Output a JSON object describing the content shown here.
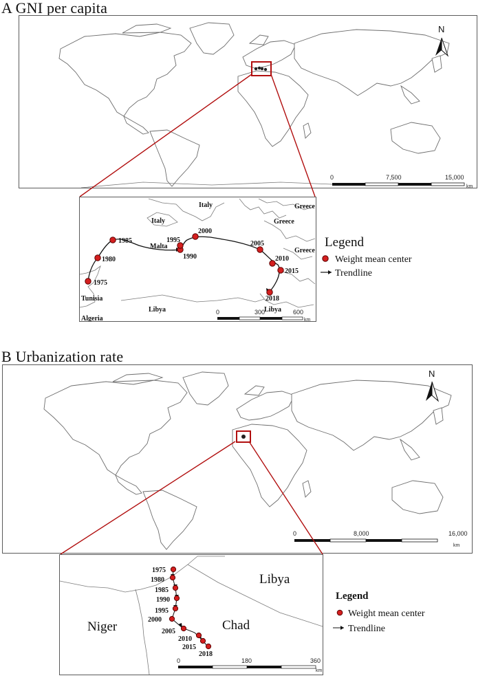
{
  "panel_a": {
    "title": "A GNI per capita",
    "north_label": "N",
    "scale": {
      "ticks": [
        "0",
        "7,500",
        "15,000"
      ],
      "unit": "km"
    },
    "inset": {
      "places": [
        "Italy",
        "Italy",
        "Greece",
        "Greece",
        "Greece",
        "Malta",
        "Tunisia",
        "Algeria",
        "Libya",
        "Libya"
      ],
      "years": [
        "1975",
        "1980",
        "1985",
        "1990",
        "1995",
        "2000",
        "2005",
        "2010",
        "2015",
        "2018"
      ],
      "scale": {
        "ticks": [
          "0",
          "300",
          "600"
        ],
        "unit": "km"
      }
    },
    "legend": {
      "title": "Legend",
      "items": [
        "Weight mean center",
        "Trendline"
      ]
    }
  },
  "panel_b": {
    "title": "B Urbanization rate",
    "north_label": "N",
    "scale": {
      "ticks": [
        "0",
        "8,000",
        "16,000"
      ],
      "unit": "km"
    },
    "inset": {
      "places": [
        "Libya",
        "Niger",
        "Chad"
      ],
      "years": [
        "1975",
        "1980",
        "1985",
        "1990",
        "1995",
        "2000",
        "2005",
        "2010",
        "2015",
        "2018"
      ],
      "scale": {
        "ticks": [
          "0",
          "180",
          "360"
        ],
        "unit": "km"
      }
    },
    "legend": {
      "title": "Legend",
      "items": [
        "Weight mean center",
        "Trendline"
      ]
    }
  },
  "colors": {
    "point": "#d41f1f",
    "highlight_box": "#b10e0e",
    "map_outline": "#6c6c6c"
  }
}
